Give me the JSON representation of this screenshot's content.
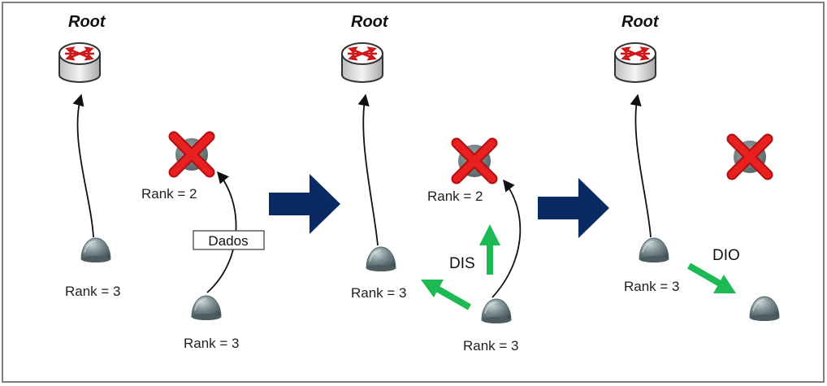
{
  "root_label": "Root",
  "rank2_label": "Rank = 2",
  "rank3_label": "Rank = 3",
  "data_packet_label": "Dados",
  "dis_label": "DIS",
  "dio_label": "DIO",
  "colors": {
    "frame": "#7f7f7f",
    "stage_arrow": "#0b2a63",
    "message_arrow": "#1db954",
    "failure_cross": "#e01a1a",
    "node": "#7d8e92",
    "router_arrows": "#d01818"
  },
  "icons": [
    "router-icon",
    "sensor-node-icon",
    "failure-cross-icon",
    "stage-arrow-icon",
    "message-arrow-icon"
  ]
}
